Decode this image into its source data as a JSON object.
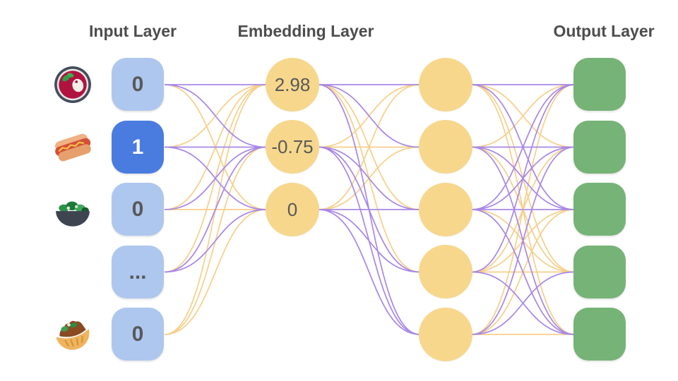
{
  "titles": {
    "input": "Input Layer",
    "embedding": "Embedding Layer",
    "output": "Output Layer"
  },
  "colors": {
    "background": "#ffffff",
    "title_text": "#4d4d4d",
    "input_node_fill": "#aec7ee",
    "input_node_active_fill": "#4a7ce0",
    "node_value_text": "#595959",
    "active_value_text": "#ffffff",
    "embedding_node_fill": "#f6d78c",
    "output_node_fill": "#76b376",
    "wire_purple": "#a887e6",
    "wire_gold": "#f6cf8a"
  },
  "layers": {
    "input": {
      "nodes": [
        {
          "value": "0",
          "icon": "soup-icon",
          "active": false
        },
        {
          "value": "1",
          "icon": "hotdog-icon",
          "active": true
        },
        {
          "value": "0",
          "icon": "salad-icon",
          "active": false
        },
        {
          "value": "...",
          "icon": null,
          "active": false
        },
        {
          "value": "0",
          "icon": "pita-icon",
          "active": false
        }
      ]
    },
    "embedding": {
      "nodes": [
        {
          "value": "2.98"
        },
        {
          "value": "-0.75"
        },
        {
          "value": "0"
        }
      ]
    },
    "hidden": {
      "node_count": 5
    },
    "output": {
      "node_count": 5
    }
  },
  "connections": {
    "input_embedding": [
      "ppg",
      "gpp",
      "gpg",
      "gpp",
      "ggg"
    ],
    "embedding_hidden": [
      "ppggp",
      "ggppp",
      "ggppp"
    ],
    "hidden_output": [
      "pgpgg",
      "gppgp",
      "pppgp",
      "pgggp",
      "gpgpg"
    ]
  }
}
